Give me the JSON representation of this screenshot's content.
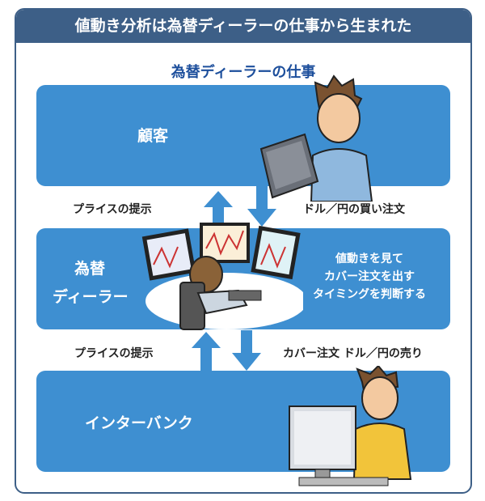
{
  "header": {
    "title": "値動き分析は為替ディーラーの仕事から生まれた"
  },
  "subtitle": "為替ディーラーの仕事",
  "boxes": {
    "customer": "顧客",
    "dealer_line1": "為替",
    "dealer_line2": "ディーラー",
    "interbank": "インターバンク"
  },
  "dealer_desc": [
    "値動きを見て",
    "カバー注文を出す",
    "タイミングを判断する"
  ],
  "flows": {
    "upper_left": "プライスの提示",
    "upper_right": "ドル／円の買い注文",
    "lower_left": "プライスの提示",
    "lower_right": "カバー注文 ドル／円の売り"
  },
  "colors": {
    "header": "#3d5f87",
    "box": "#3e8fd1",
    "subtitle": "#1d4f9c"
  }
}
